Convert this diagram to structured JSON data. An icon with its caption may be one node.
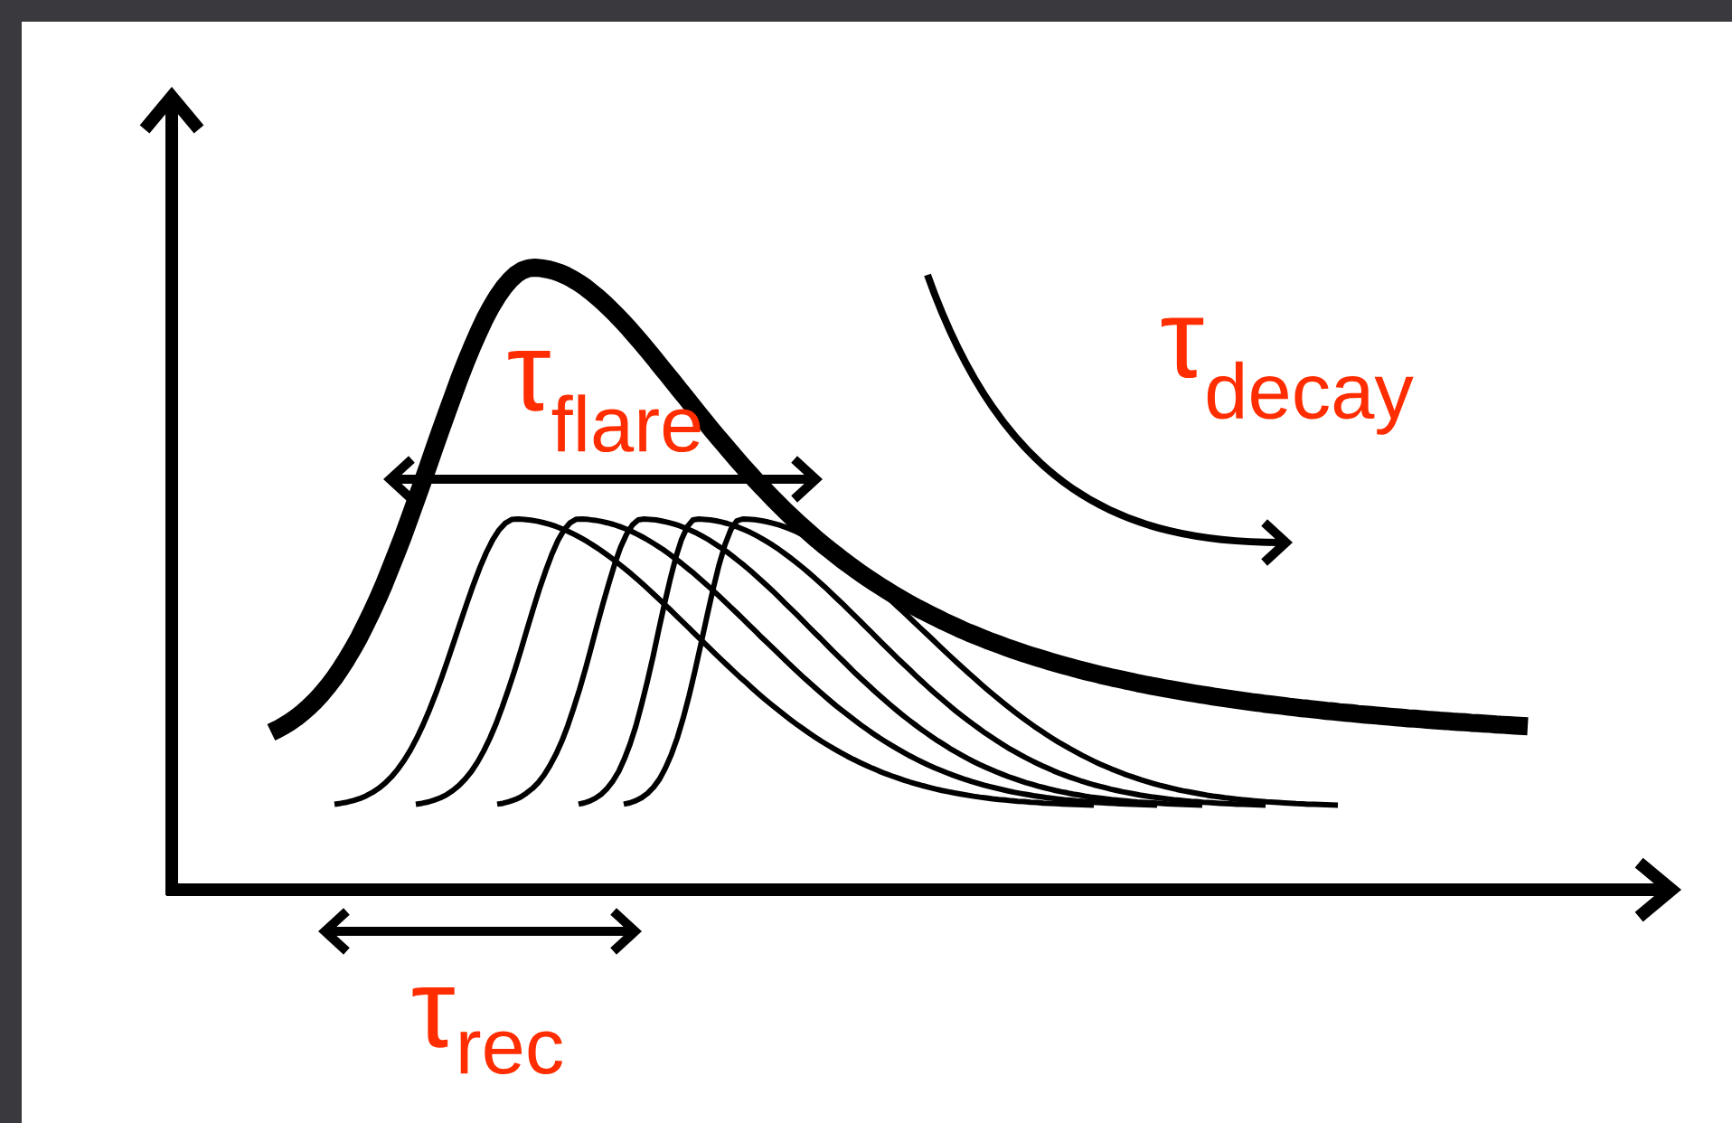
{
  "diagram": {
    "labels": [
      "τ$_{flare}$",
      "τ$_{decay}$",
      "τ$_{rec}$"
    ]
  }
}
